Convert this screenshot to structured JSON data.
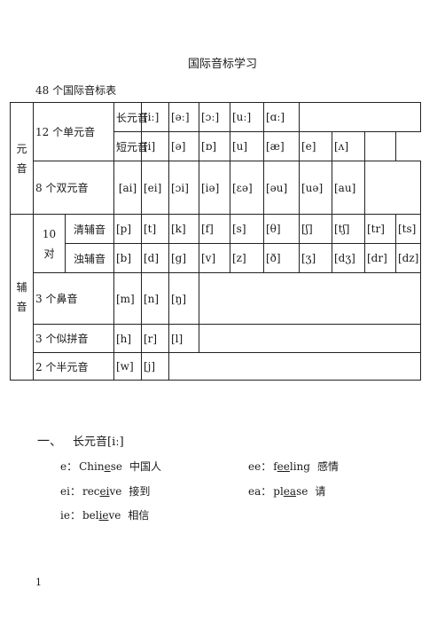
{
  "doc": {
    "title": "国际音标学习",
    "table_caption": "48 个国际音标表"
  },
  "table": {
    "vowel_header": [
      "元",
      "音"
    ],
    "consonant_header": [
      "辅",
      "音"
    ],
    "monophthong_label": "12 个单元音",
    "long_label": "长元音",
    "long": [
      "[iː]",
      "[əː]",
      "[ɔː]",
      "[uː]",
      "[ɑː]"
    ],
    "short_label": "短元音",
    "short": [
      "[i]",
      "[ə]",
      "[ɒ]",
      "[u]",
      "[æ]",
      "[e]",
      "[ʌ]"
    ],
    "diphthong_label": "8 个双元音",
    "diphthong": [
      "[ai]",
      "[ei]",
      "[ɔi]",
      "[iə]",
      "[ɛə]",
      "[əu]",
      "[uə]",
      "[au]"
    ],
    "pairs_label": [
      "10",
      "对"
    ],
    "voiceless_label": "清辅音",
    "voiceless": [
      "[p]",
      "[t]",
      "[k]",
      "[f]",
      "[s]",
      "[θ]",
      "[ʃ]",
      "[tʃ]",
      "[tr]",
      "[ts]"
    ],
    "voiced_label": "浊辅音",
    "voiced": [
      "[b]",
      "[d]",
      "[g]",
      "[v]",
      "[z]",
      "[ð]",
      "[ʒ]",
      "[dʒ]",
      "[dr]",
      "[dz]"
    ],
    "nasal_label": "3 个鼻音",
    "nasal": [
      "[m]",
      "[n]",
      "[ŋ]"
    ],
    "liquid_label": "3 个似拼音",
    "liquid": [
      "[h]",
      "[r]",
      "[l]"
    ],
    "semivowel_label": "2 个半元音",
    "semivowel": [
      "[w]",
      "[j]"
    ]
  },
  "section": {
    "number": "一、",
    "title": "长元音[iː]"
  },
  "examples": [
    {
      "spelling": "e：",
      "pre": "Chin",
      "u": "e",
      "post": "se",
      "gloss": "中国人"
    },
    {
      "spelling": "ee：",
      "pre": "f",
      "u": "ee",
      "post": "ling",
      "gloss": "感情"
    },
    {
      "spelling": "ei：",
      "pre": "rec",
      "u": "ei",
      "post": "ve",
      "gloss": "接到"
    },
    {
      "spelling": "ea：",
      "pre": "pl",
      "u": "ea",
      "post": "se",
      "gloss": "请"
    },
    {
      "spelling": "ie：",
      "pre": "bel",
      "u": "ie",
      "post": "ve",
      "gloss": "相信"
    }
  ],
  "page_number": "1"
}
